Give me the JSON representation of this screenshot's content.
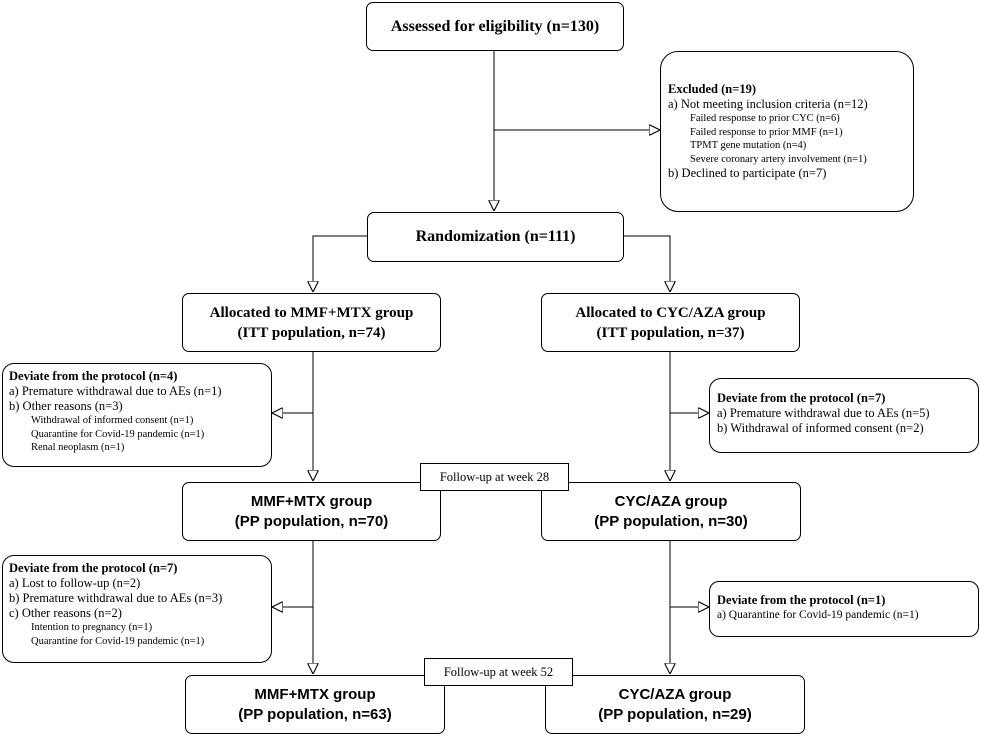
{
  "assessed": "Assessed for eligibility (n=130)",
  "excluded": {
    "title": "Excluded (n=19)",
    "a": "a) Not meeting inclusion criteria (n=12)",
    "a_items": [
      "Failed response to prior CYC (n=6)",
      "Failed response to prior MMF (n=1)",
      "TPMT gene mutation (n=4)",
      "Severe coronary artery involvement (n=1)"
    ],
    "b": "b) Declined to participate (n=7)"
  },
  "randomization": "Randomization (n=111)",
  "alloc_left": {
    "line1": "Allocated to MMF+MTX group",
    "line2": "(ITT population, n=74)"
  },
  "alloc_right": {
    "line1": "Allocated to CYC/AZA group",
    "line2": "(ITT population, n=37)"
  },
  "dev_left_1": {
    "title": "Deviate from the protocol (n=4)",
    "a": "a) Premature withdrawal due to AEs (n=1)",
    "b": "b) Other reasons (n=3)",
    "b_items": [
      "Withdrawal of informed consent (n=1)",
      "Quarantine for Covid-19 pandemic (n=1)",
      "Renal neoplasm (n=1)"
    ]
  },
  "dev_right_1": {
    "title": "Deviate from the protocol (n=7)",
    "a": "a) Premature withdrawal due to AEs (n=5)",
    "b": "b) Withdrawal of informed consent (n=2)"
  },
  "followup_28": "Follow-up at week 28",
  "pp_left_28": {
    "line1": "MMF+MTX group",
    "line2": "(PP population, n=70)"
  },
  "pp_right_28": {
    "line1": "CYC/AZA group",
    "line2": "(PP population, n=30)"
  },
  "dev_left_2": {
    "title": "Deviate from the protocol (n=7)",
    "a": "a) Lost to follow-up (n=2)",
    "b": "b) Premature withdrawal due to AEs (n=3)",
    "c": "c) Other reasons (n=2)",
    "c_items": [
      "Intention to pregnancy (n=1)",
      "Quarantine for Covid-19 pandemic (n=1)"
    ]
  },
  "dev_right_2": {
    "title": "Deviate from the protocol (n=1)",
    "a": "a) Quarantine for Covid-19 pandemic (n=1)"
  },
  "followup_52": "Follow-up at week 52",
  "pp_left_52": {
    "line1": "MMF+MTX group",
    "line2": "(PP population, n=63)"
  },
  "pp_right_52": {
    "line1": "CYC/AZA group",
    "line2": "(PP population, n=29)"
  }
}
